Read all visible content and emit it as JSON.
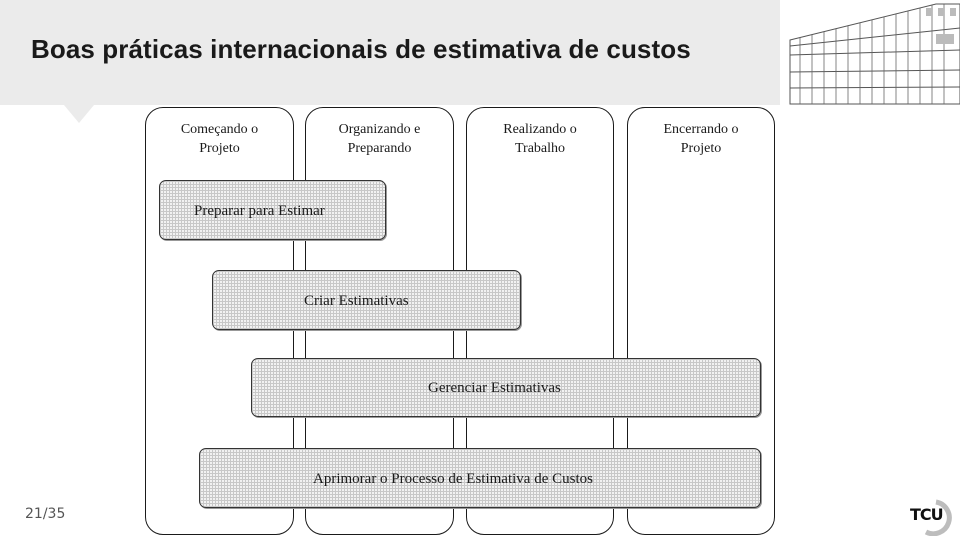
{
  "header": {
    "title": "Boas práticas internacionais de estimativa de custos"
  },
  "phases": [
    {
      "label": "Começando o\nProjeto"
    },
    {
      "label": "Organizando e\nPreparando"
    },
    {
      "label": "Realizando o\nTrabalho"
    },
    {
      "label": "Encerrando o\nProjeto"
    }
  ],
  "processes": [
    {
      "label": "Preparar para Estimar"
    },
    {
      "label": "Criar Estimativas"
    },
    {
      "label": "Gerenciar Estimativas"
    },
    {
      "label": "Aprimorar o Processo de Estimativa de Custos"
    }
  ],
  "footer": {
    "page_number": "21/35",
    "logo": {
      "text": "TCU",
      "icon": "tcu-logo-icon"
    }
  },
  "decorations": {
    "header_image_icon": "building-sketch-icon"
  },
  "colors": {
    "header_band": "#ebebeb",
    "title_text": "#1a1a1a",
    "process_fill": "#f2f2f2",
    "border": "#1a1a1a"
  }
}
